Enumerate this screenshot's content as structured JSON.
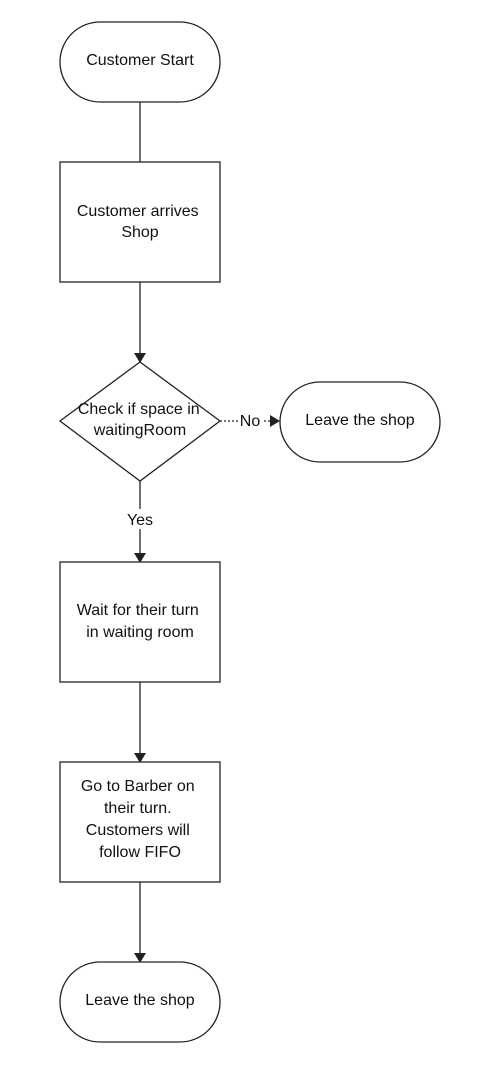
{
  "diagram": {
    "type": "flowchart",
    "colors": {
      "stroke": "#222222",
      "fill": "#ffffff",
      "text": "#111111"
    },
    "nodes": {
      "start": {
        "shape": "terminator",
        "lines": [
          "Customer Start"
        ]
      },
      "arrive": {
        "shape": "process",
        "lines": [
          "Customer arrives",
          "Shop"
        ]
      },
      "check": {
        "shape": "decision",
        "lines": [
          "Check if space in",
          "waitingRoom"
        ]
      },
      "leave_no": {
        "shape": "terminator",
        "lines": [
          "Leave the shop"
        ]
      },
      "wait": {
        "shape": "process",
        "lines": [
          "Wait for their turn",
          "in waiting room"
        ]
      },
      "barber": {
        "shape": "process",
        "lines": [
          "Go to Barber on",
          "their turn.",
          "Customers will",
          "follow FIFO"
        ]
      },
      "leave_end": {
        "shape": "terminator",
        "lines": [
          "Leave the shop"
        ]
      }
    },
    "edges": [
      {
        "from": "start",
        "to": "arrive",
        "label": ""
      },
      {
        "from": "arrive",
        "to": "check",
        "label": ""
      },
      {
        "from": "check",
        "to": "leave_no",
        "label": "No"
      },
      {
        "from": "check",
        "to": "wait",
        "label": "Yes"
      },
      {
        "from": "wait",
        "to": "barber",
        "label": ""
      },
      {
        "from": "barber",
        "to": "leave_end",
        "label": ""
      }
    ]
  }
}
